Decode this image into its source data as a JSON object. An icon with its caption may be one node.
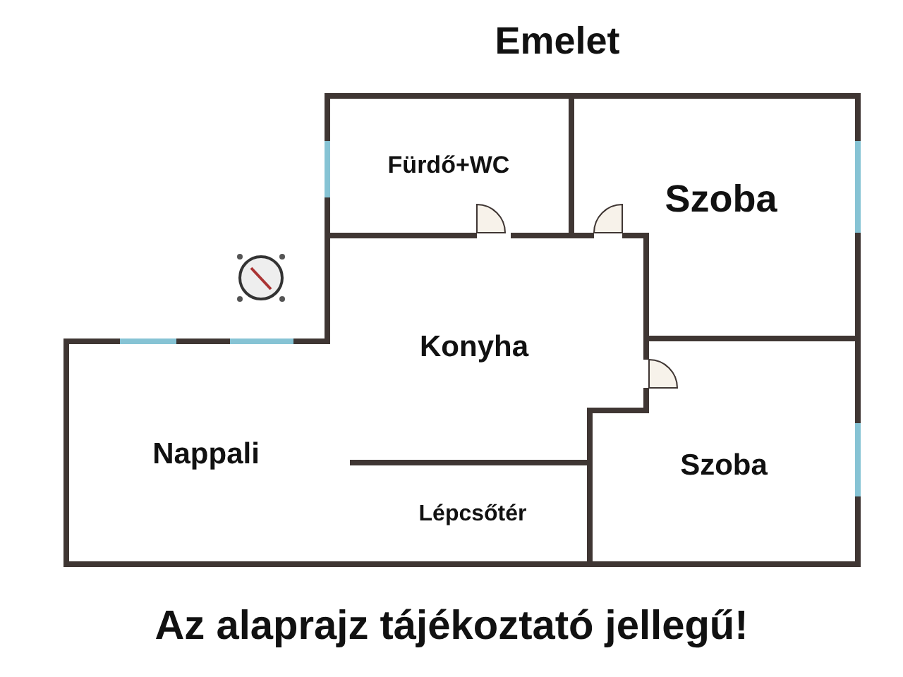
{
  "diagram": {
    "title": "Emelet",
    "caption": "Az alaprajz tájékoztató jellegű!",
    "nodes": [
      {
        "text": [
          "Fürdő+WC"
        ]
      },
      {
        "text": [
          "Szoba"
        ]
      },
      {
        "text": [
          "Konyha"
        ]
      },
      {
        "text": [
          "Szoba"
        ]
      },
      {
        "text": [
          "Nappali"
        ]
      },
      {
        "text": [
          "Lépcsőtér"
        ]
      }
    ],
    "edges": []
  }
}
